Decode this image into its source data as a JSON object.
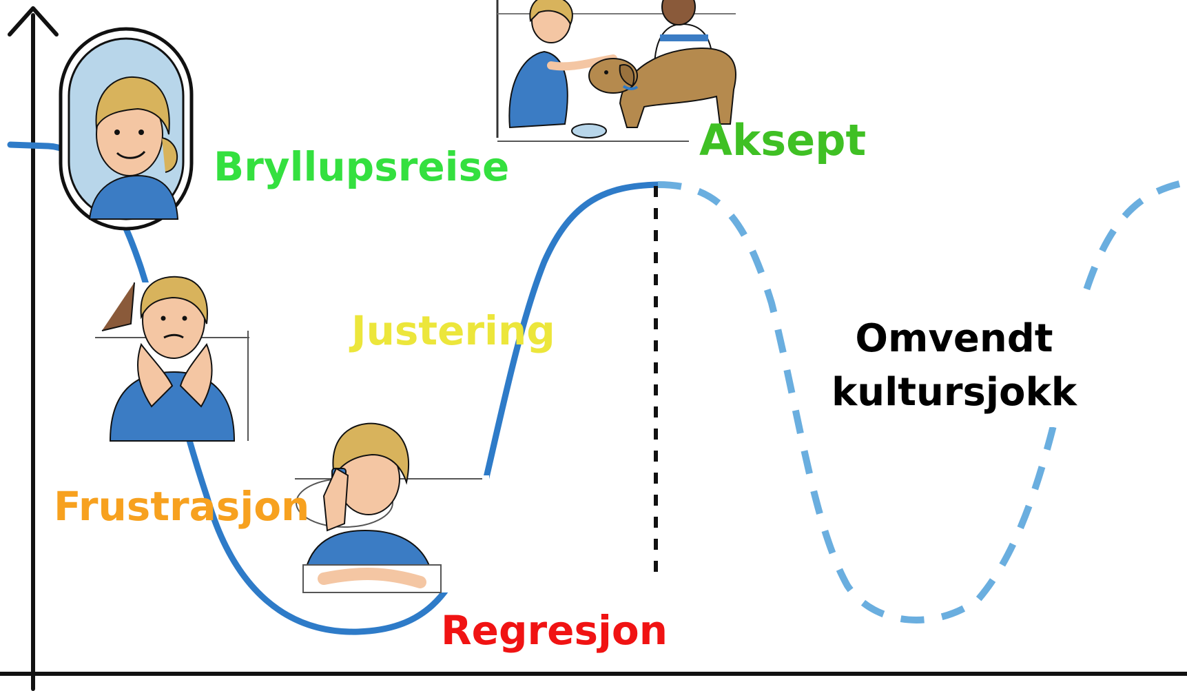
{
  "stages": {
    "honeymoon": {
      "label": "Bryllupsreise",
      "color": "#34e03f"
    },
    "frustration": {
      "label": "Frustrasjon",
      "color": "#f7a11f"
    },
    "regression": {
      "label": "Regresjon",
      "color": "#f01313"
    },
    "adjustment": {
      "label": "Justering",
      "color": "#ece63b"
    },
    "acceptance": {
      "label": "Aksept",
      "color": "#3fc024"
    },
    "reverse_culture_shock": {
      "line1": "Omvendt",
      "line2": "kultursjokk",
      "color": "#000000"
    }
  },
  "colors": {
    "curve": "#2e7bc8",
    "curve_dashed": "#6aaedf",
    "axis": "#111111",
    "skin": "#f4c6a3",
    "hair": "#d8b35c",
    "shirt": "#3b7cc4",
    "dog": "#b58a4e",
    "sky": "#b8d6ea"
  },
  "icons": {
    "airplane_window": "woman-in-airplane-window-illustration",
    "frustrated": "frustrated-woman-illustration",
    "phone_in_bed": "woman-on-phone-in-bed-illustration",
    "dog_park": "people-petting-dog-illustration"
  }
}
